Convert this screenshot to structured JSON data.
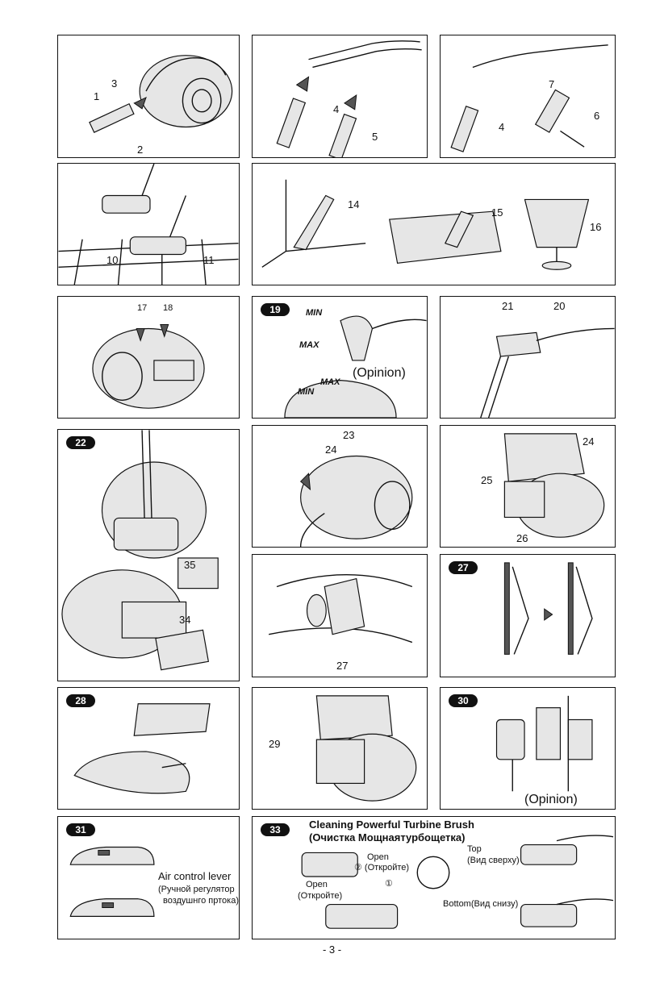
{
  "labels": {
    "p1": [
      "1",
      "2",
      "3"
    ],
    "p2": [
      "4",
      "5"
    ],
    "p3": [
      "4",
      "6",
      "7"
    ],
    "p4": [
      "10",
      "11"
    ],
    "p5": [
      "14",
      "15",
      "16"
    ],
    "p6": [
      "17",
      "18"
    ],
    "p7": {
      "min": "MIN",
      "max": "MAX",
      "min2": "MIN",
      "max2": "MAX",
      "note": "(Opinion)"
    },
    "p8": [
      "21",
      "20"
    ],
    "p9": [
      "35",
      "34"
    ],
    "p10": [
      "23",
      "24"
    ],
    "p11": [
      "24",
      "25",
      "26"
    ],
    "p12": [
      "27"
    ],
    "p14": [
      "29"
    ],
    "p15": {
      "note": "(Opinion)"
    },
    "p16": {
      "lever": "Air control lever",
      "lever_ru_1": "(Ручной регулятор",
      "lever_ru_2": "воздушнго пртока)"
    },
    "p17": {
      "title": "Cleaning Powerful Turbine Brush",
      "title_ru": "(Очистка Мощнаятурбощетка)",
      "open1": "Open",
      "open1_ru": "② (Откройте)",
      "step1": "①",
      "open2": "Open",
      "open2_ru": "(Откройте)",
      "top": "Top",
      "top_ru": "(Вид сверху)",
      "bottom": "Bottom(Вид снизу)"
    }
  },
  "badges": {
    "b19": "19",
    "b22": "22",
    "b27": "27",
    "b28": "28",
    "b30": "30",
    "b31": "31",
    "b33": "33"
  },
  "footer": {
    "page": "- 3 -"
  }
}
